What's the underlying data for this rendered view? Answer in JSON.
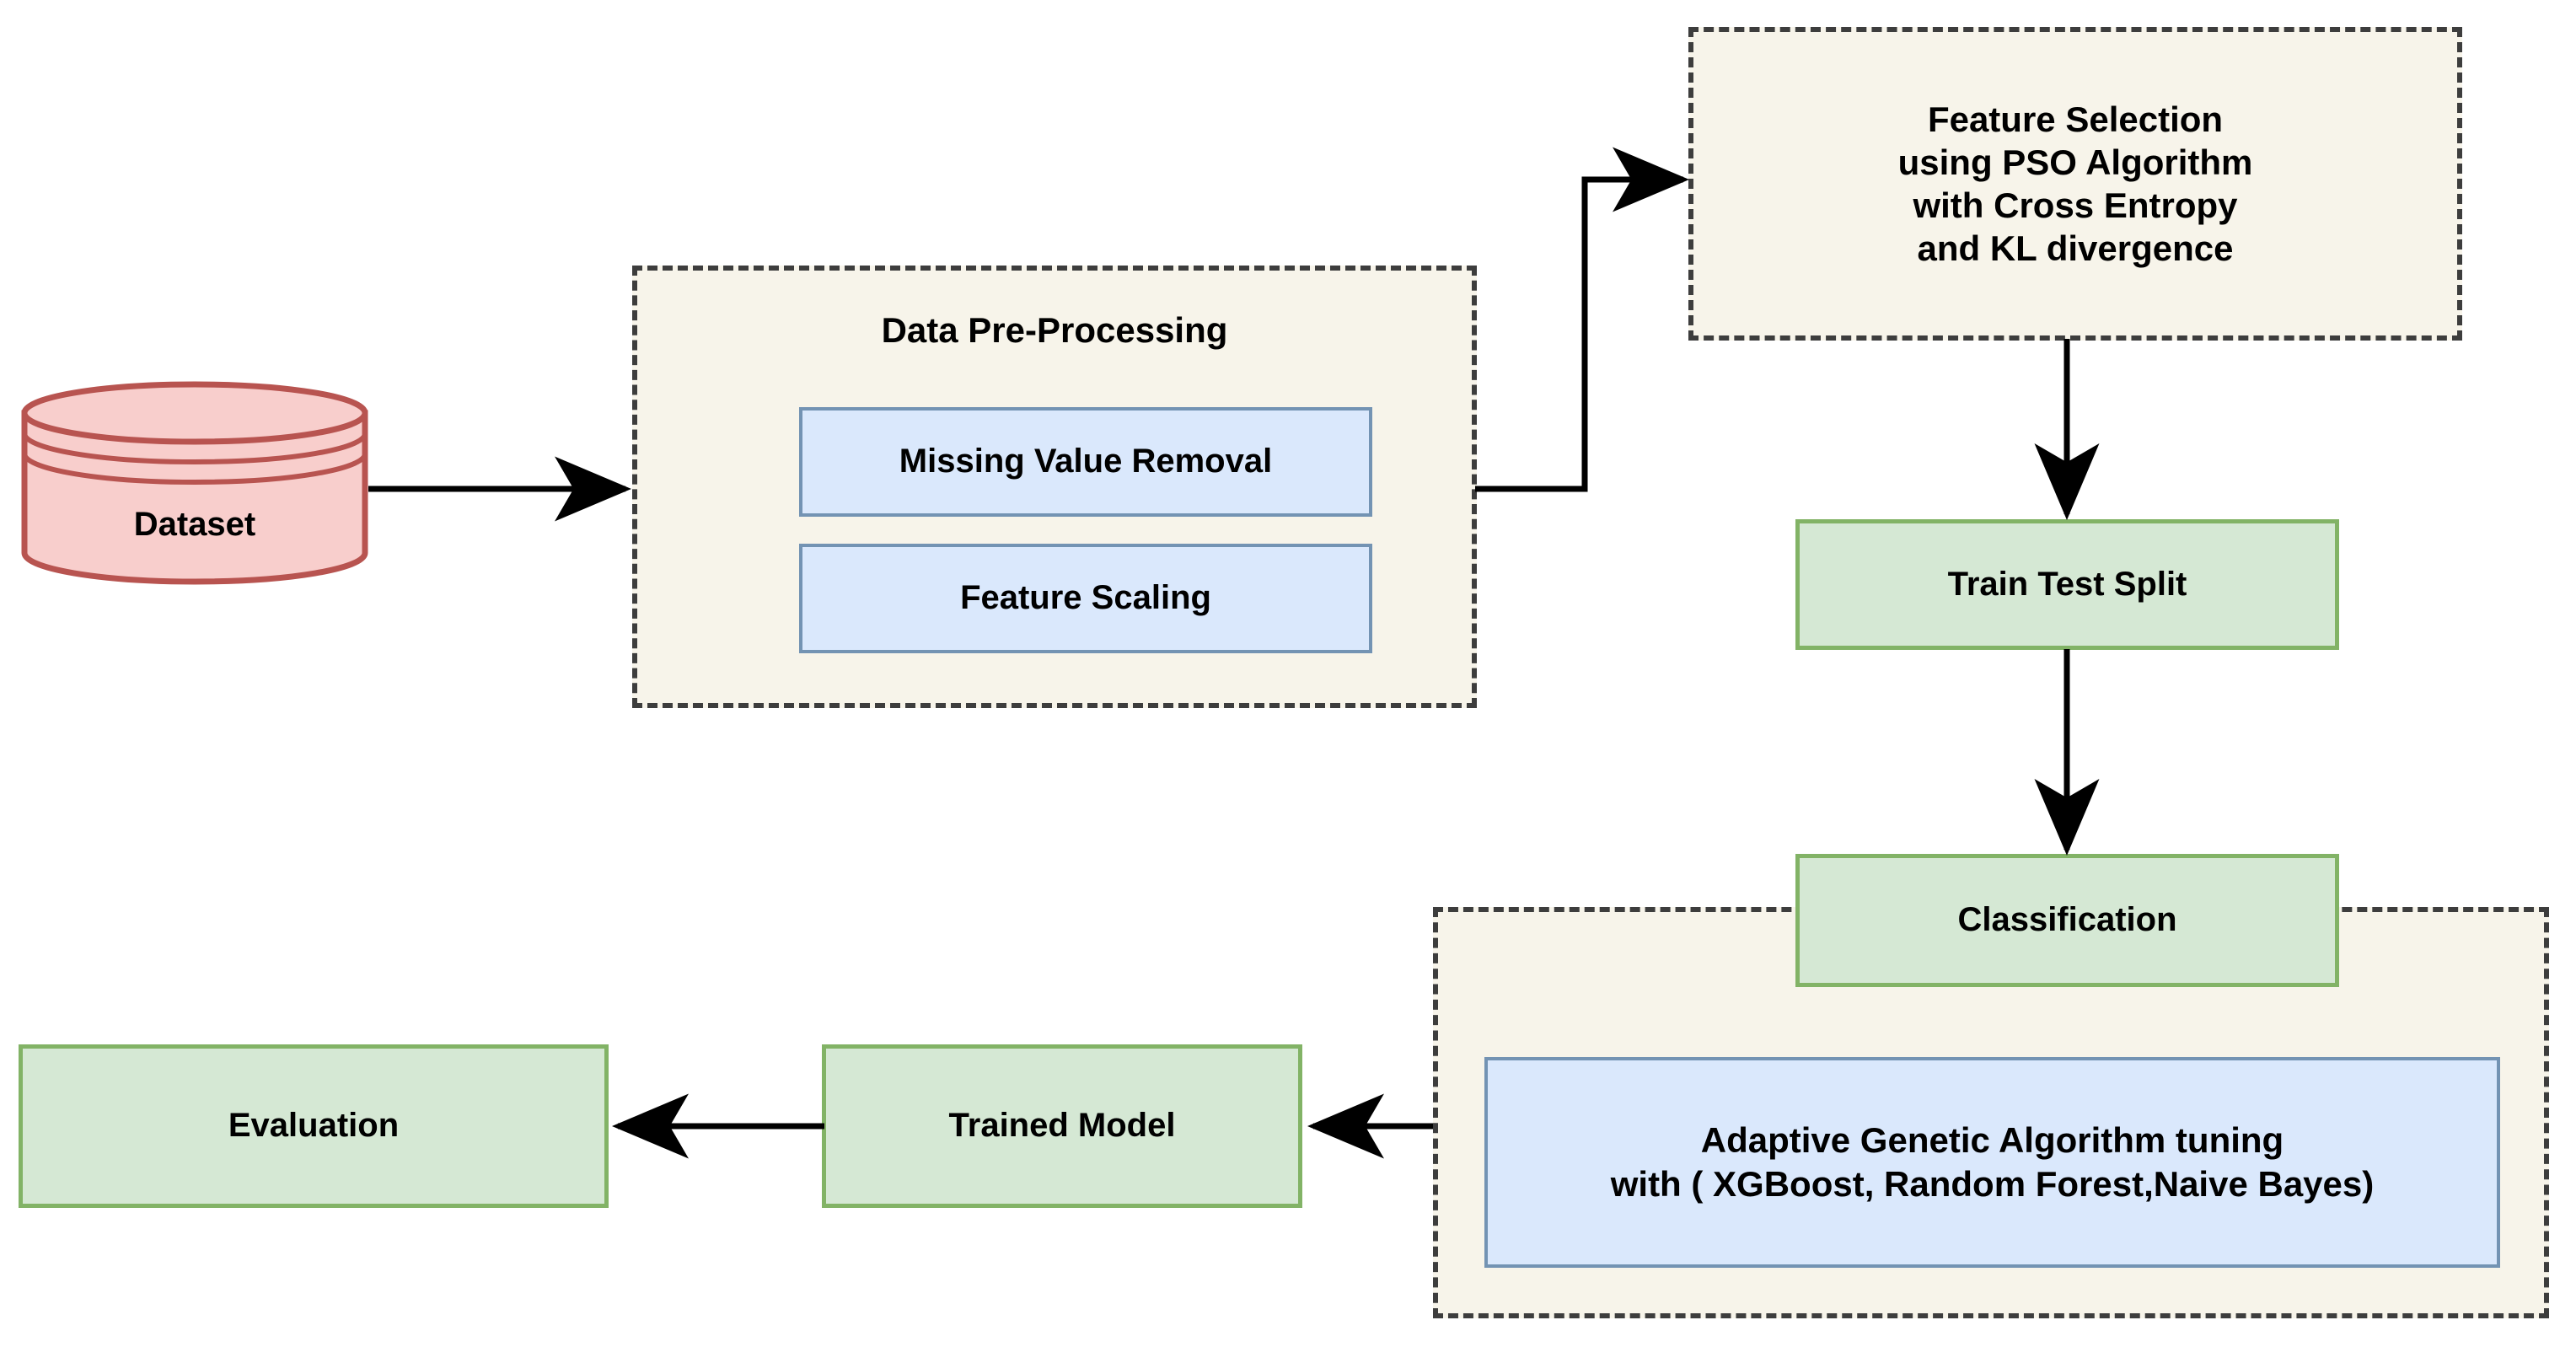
{
  "diagram": {
    "title": "Machine Learning Pipeline Flowchart",
    "colors": {
      "dataset_fill": "#f8cecc",
      "dataset_stroke": "#b85450",
      "group_fill": "#f7f4ea",
      "group_stroke": "#3d3d3d",
      "blue_fill": "#dae8fc",
      "blue_stroke": "#7393b3",
      "green_fill": "#d5e8d4",
      "green_stroke": "#82b366",
      "edge_stroke": "#000000",
      "text": "#000000"
    }
  },
  "nodes": {
    "dataset": {
      "label": "Dataset",
      "shape": "cylinder"
    },
    "preprocessing_group": {
      "title": "Data Pre-Processing",
      "shape": "dashed-container",
      "children": [
        {
          "label": "Missing Value Removal",
          "shape": "blue-box"
        },
        {
          "label": "Feature Scaling",
          "shape": "blue-box"
        }
      ]
    },
    "feature_selection": {
      "shape": "dashed-container",
      "lines": [
        "Feature Selection",
        "using PSO Algorithm",
        "with Cross Entropy",
        "and KL divergence"
      ]
    },
    "train_test_split": {
      "label": "Train Test Split",
      "shape": "green-box"
    },
    "classification": {
      "label": "Classification",
      "shape": "green-box"
    },
    "tuning_group": {
      "shape": "dashed-container",
      "children": [
        {
          "shape": "blue-box",
          "lines": [
            "Adaptive Genetic Algorithm tuning",
            "with ( XGBoost, Random Forest,Naive Bayes)"
          ]
        }
      ]
    },
    "trained_model": {
      "label": "Trained Model",
      "shape": "green-box"
    },
    "evaluation": {
      "label": "Evaluation",
      "shape": "green-box"
    }
  },
  "edges": [
    {
      "from": "dataset",
      "to": "preprocessing_group",
      "style": "straight-right"
    },
    {
      "from": "preprocessing_group",
      "to": "feature_selection",
      "style": "elbow-up-right"
    },
    {
      "from": "feature_selection",
      "to": "train_test_split",
      "style": "straight-down"
    },
    {
      "from": "train_test_split",
      "to": "classification",
      "style": "straight-down"
    },
    {
      "from": "tuning_group",
      "to": "trained_model",
      "style": "straight-left"
    },
    {
      "from": "trained_model",
      "to": "evaluation",
      "style": "straight-left"
    }
  ]
}
